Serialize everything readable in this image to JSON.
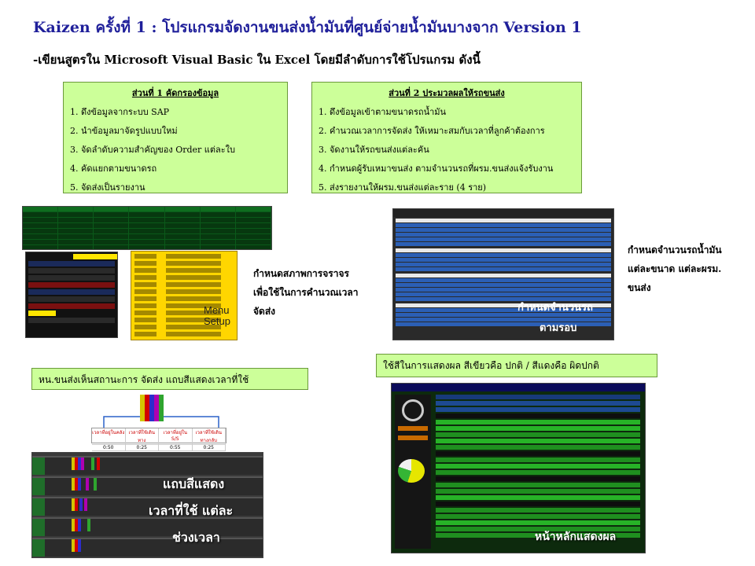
{
  "title": "Kaizen  ครั้งที่ 1  :  โปรแกรมจัดงานขนส่งน้ำมันที่ศูนย์จ่ายน้ำมันบางจาก Version 1",
  "subtitle": "-เขียนสูตรใน Microsoft Visual Basic ใน Excel  โดยมีลำดับการใช้โปรแกรม  ดังนี้",
  "part1": {
    "heading": "ส่วนที่ 1  คัดกรองข้อมูล",
    "items": [
      "1. ดึงข้อมูลจากระบบ SAP",
      "2. นำข้อมูลมาจัดรูปแบบใหม่",
      "3. จัดลำดับความสำคัญของ Order แต่ละใบ",
      "4. คัดแยกตามขนาดรถ",
      "5. จัดส่งเป็นรายงาน"
    ]
  },
  "part2": {
    "heading": "ส่วนที่ 2  ประมวลผลให้รถขนส่ง",
    "items": [
      "1. ดึงข้อมูลเข้าตามขนาดรถน้ำมัน",
      "2. คำนวณเวลาการจัดส่ง ให้เหมาะสมกับเวลาที่ลูกค้าต้องการ",
      "3. จัดงานให้รถขนส่งแต่ละคัน",
      "4. กำหนดผู้รับเหมาขนส่ง ตามจำนวนรถที่ผรม.ขนส่งแจ้งรับงาน",
      "5. ส่งรายงานให้ผรม.ขนส่งแต่ละราย (4 ราย)"
    ]
  },
  "traffic_label": [
    "กำหนดสภาพการจราจร",
    "เพื่อใช้ในการคำนวณเวลา",
    "จัดส่ง"
  ],
  "menu_setup": [
    "Menu",
    "Setup"
  ],
  "truck_label": [
    "กำหนดจำนวนรถน้ำมัน",
    "แต่ละขนาด แต่ละผรม.",
    "ขนส่ง"
  ],
  "truck_overlay": [
    "กำหนดจำนวนรถ",
    "ตามรอบ"
  ],
  "status_caption": "หน.ขนส่งเห็นสถานะการ จัดส่ง แถบสีแสดงเวลาที่ใช้",
  "color_caption": "ใช้สีในการแสดงผล สีเขียวคือ ปกติ / สีแดงคือ ผิดปกติ",
  "gantt_overlay": [
    "แถบสีแสดง",
    "เวลาที่ใช้ แต่ละ",
    "ช่วงเวลา"
  ],
  "dash_overlay": "หน้าหลักแสดงผล",
  "small_table": {
    "headers": [
      "เวลาที่อยู่ในคลัง",
      "เวลาที่ใช้เดินทาง",
      "เวลาที่อยู่ใน S/S",
      "เวลาที่ใช้เดินทางกลับ"
    ],
    "values": [
      "0:50",
      "0:25",
      "0:55",
      "0:25"
    ]
  },
  "colors": {
    "title": "#1f1f9a",
    "box_fill": "#ccff99",
    "yellow": "#ffd600"
  }
}
